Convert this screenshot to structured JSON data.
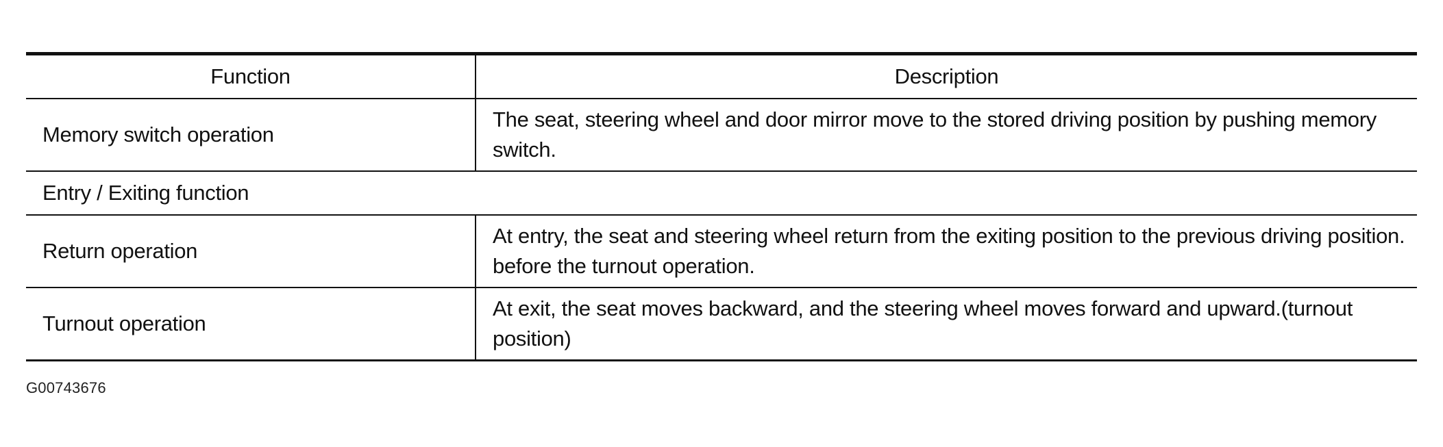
{
  "table": {
    "headers": {
      "function": "Function",
      "description": "Description"
    },
    "rows": [
      {
        "function": "Memory switch operation",
        "description": "The seat, steering wheel and door mirror move to the stored driving position by pushing memory switch."
      },
      {
        "section": "Entry / Exiting function"
      },
      {
        "function": "Return operation",
        "description": "At entry, the seat and steering wheel return from the exiting position to the previous driving position. before the turnout operation."
      },
      {
        "function": "Turnout operation",
        "description": "At exit, the seat moves backward, and the steering wheel moves forward and upward.(turnout position)"
      }
    ]
  },
  "figure_id": "G00743676"
}
